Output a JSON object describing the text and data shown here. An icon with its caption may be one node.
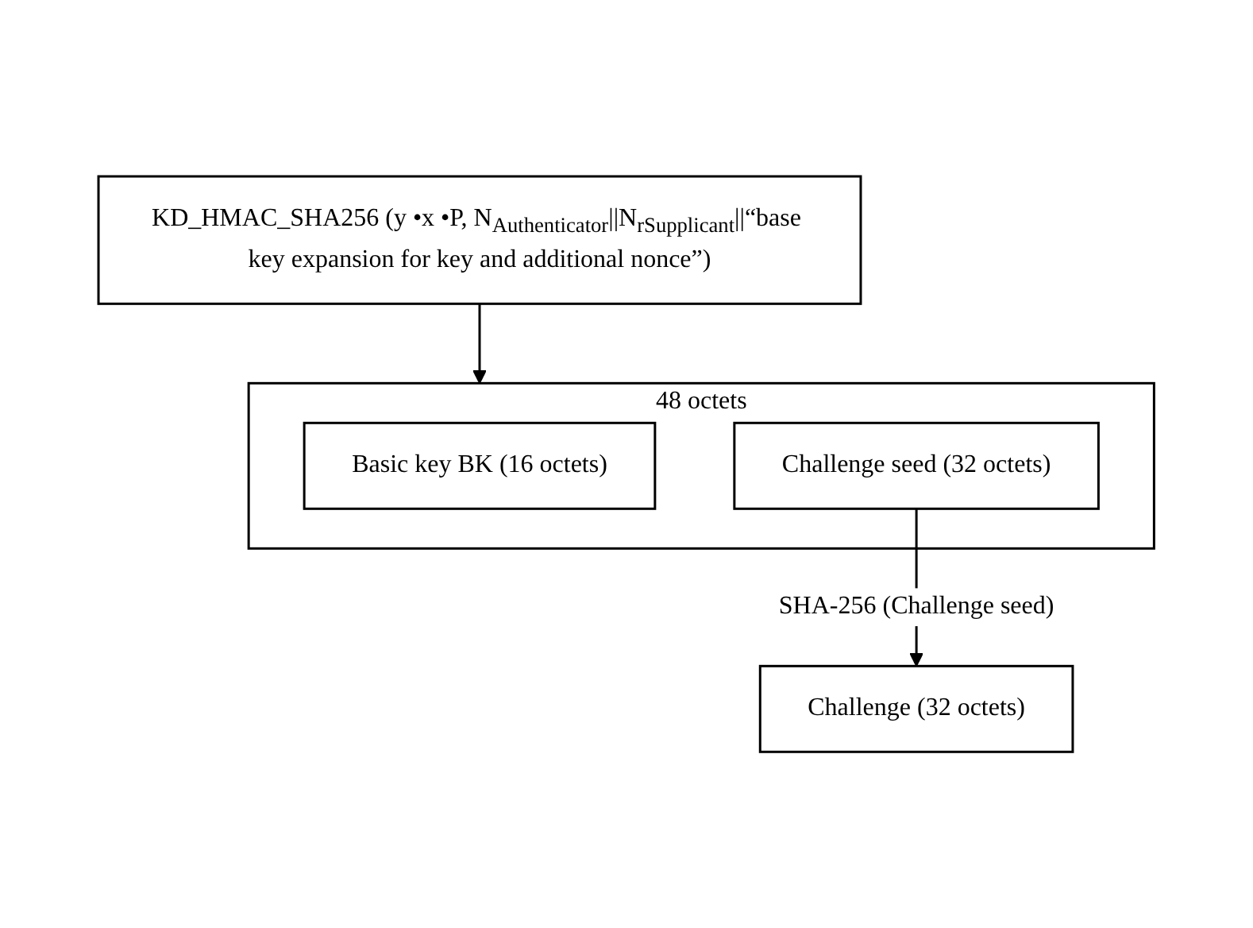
{
  "diagram": {
    "nodes": [
      {
        "text": [
          "KD_HMAC_SHA256 (y •x •P, N$_{Authenticator}$||N$_{rSupplicant}$||“base key expansion for key and additional nonce”)"
        ]
      },
      {
        "text": [
          "48 octets"
        ]
      },
      {
        "text": [
          "Basic key BK (16 octets)"
        ],
        "in": 1
      },
      {
        "text": [
          "Challenge seed (32 octets)"
        ],
        "in": 1
      },
      {
        "text": [
          "Challenge (32 octets)"
        ]
      }
    ],
    "edges": [
      {
        "from": 0,
        "to": 1,
        "arrow": "to"
      },
      {
        "from": 3,
        "to": 4,
        "arrow": "to",
        "label": "SHA-256 (Challenge seed)"
      }
    ]
  }
}
